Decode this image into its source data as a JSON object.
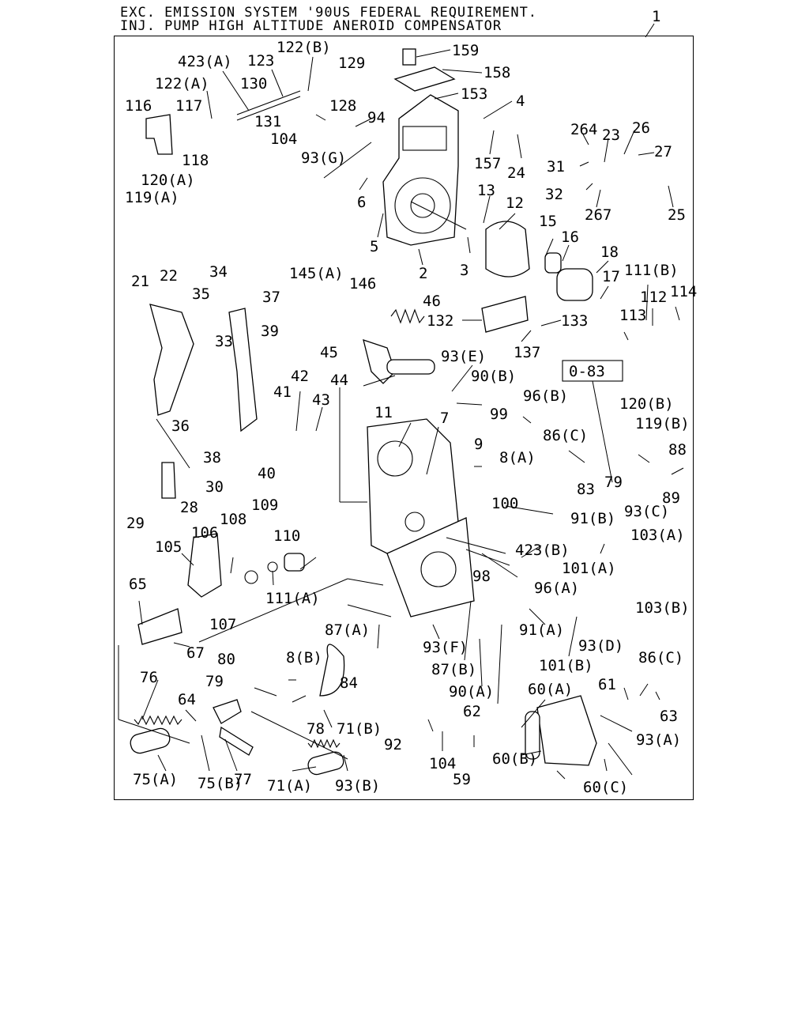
{
  "header": {
    "line1": "EXC. EMISSION SYSTEM '90US FEDERAL REQUIREMENT.",
    "line2": "INJ. PUMP HIGH ALTITUDE ANEROID COMPENSATOR",
    "assembly_no": "1"
  },
  "reference_box": "0-83",
  "callouts": [
    "159",
    "158",
    "153",
    "4",
    "264",
    "23",
    "26",
    "27",
    "129",
    "122(B)",
    "123",
    "423(A)",
    "122(A)",
    "130",
    "128",
    "94",
    "116",
    "117",
    "131",
    "104",
    "93(G)",
    "118",
    "120(A)",
    "119(A)",
    "6",
    "157",
    "24",
    "31",
    "32",
    "267",
    "25",
    "13",
    "12",
    "5",
    "2",
    "3",
    "15",
    "16",
    "18",
    "17",
    "111(B)",
    "112",
    "114",
    "113",
    "21",
    "22",
    "34",
    "35",
    "37",
    "33",
    "39",
    "145(A)",
    "146",
    "46",
    "132",
    "133",
    "137",
    "45",
    "93(E)",
    "90(B)",
    "96(B)",
    "99",
    "86(C)",
    "120(B)",
    "119(B)",
    "88",
    "11",
    "7",
    "9",
    "8(A)",
    "42",
    "43",
    "44",
    "41",
    "36",
    "38",
    "40",
    "30",
    "28",
    "29",
    "83",
    "79",
    "89",
    "100",
    "91(B)",
    "423(B)",
    "93(C)",
    "103(A)",
    "109",
    "108",
    "110",
    "106",
    "105",
    "111(A)",
    "107",
    "65",
    "67",
    "98",
    "96(A)",
    "101(A)",
    "91(A)",
    "101(B)",
    "93(D)",
    "103(B)",
    "86(C)",
    "87(A)",
    "80",
    "8(B)",
    "93(F)",
    "87(B)",
    "79",
    "84",
    "78",
    "71(B)",
    "76",
    "64",
    "77",
    "75(B)",
    "75(A)",
    "71(A)",
    "93(B)",
    "90(A)",
    "62",
    "61",
    "63",
    "60(A)",
    "93(A)",
    "92",
    "104",
    "59",
    "60(B)",
    "60(C)"
  ]
}
